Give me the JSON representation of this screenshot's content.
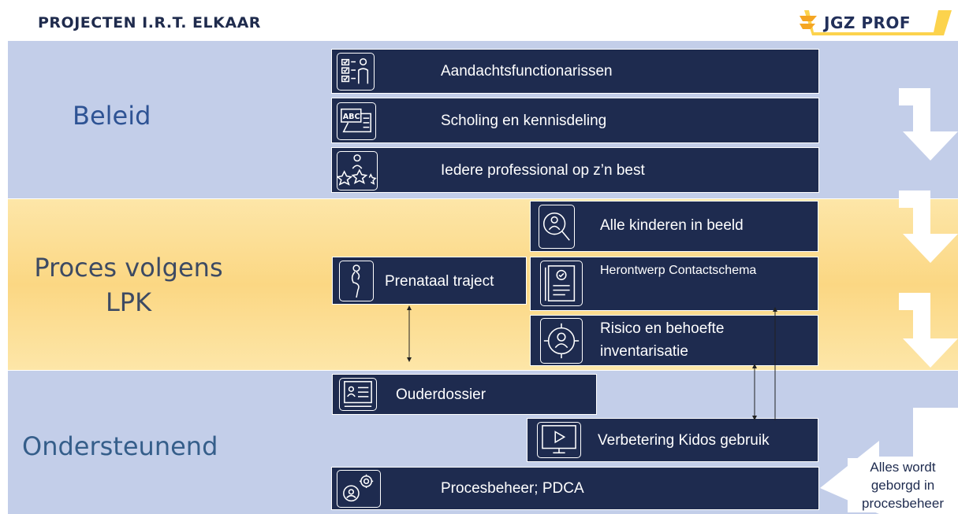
{
  "header": {
    "title": "PROJECTEN I.R.T. ELKAAR"
  },
  "logo": {
    "text": "JGZ PROF"
  },
  "bands": {
    "beleid": "Beleid",
    "proces": "Proces volgens LPK",
    "ondersteunend": "Ondersteunend"
  },
  "boxes": {
    "aandacht": "Aandachtsfunctionarissen",
    "scholing": "Scholing en kennisdeling",
    "iedere": "Iedere professional op z’n best",
    "alle_kinderen": "Alle kinderen in beeld",
    "prenataal": "Prenataal traject",
    "herontwerp": "Herontwerp Contactschema",
    "risico": "Risico en behoefte inventarisatie",
    "ouderdossier": "Ouderdossier",
    "kidos": "Verbetering Kidos gebruik",
    "procesbeheer": "Procesbeheer; PDCA"
  },
  "note": "Alles wordt geborgd in procesbeheer",
  "icons": {
    "aandacht": "checklist-person-icon",
    "scholing": "abc-board-icon",
    "iedere": "person-stars-icon",
    "alle_kinderen": "magnifier-person-icon",
    "prenataal": "pregnant-person-icon",
    "herontwerp": "document-check-icon",
    "risico": "target-person-icon",
    "ouderdossier": "id-card-icon",
    "kidos": "video-screen-icon",
    "procesbeheer": "gears-person-icon"
  },
  "colors": {
    "box": "#1e2b4f",
    "band_blue": "#c3cee9",
    "band_yellow": "#fbd783"
  }
}
